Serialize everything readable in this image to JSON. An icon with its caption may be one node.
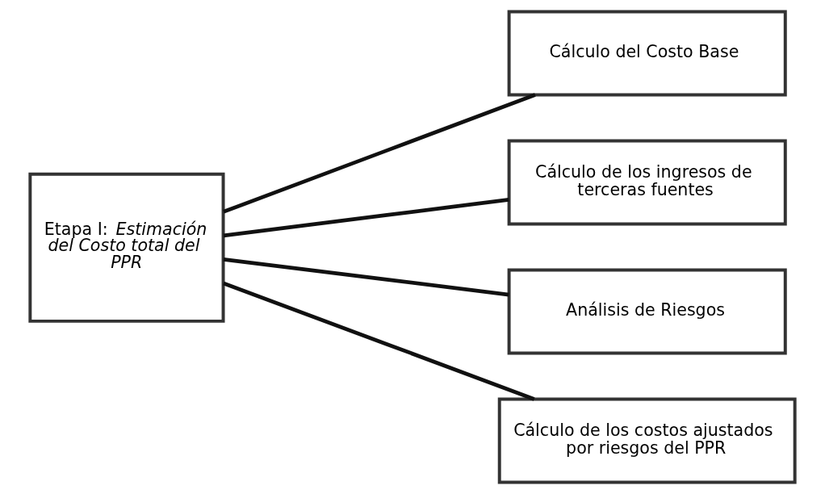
{
  "diagram": {
    "nodes": [
      {
        "text": [
          "Etapa I: *Estimación del Costo total del PPR*"
        ]
      },
      {
        "text": [
          "Cálculo del Costo Base"
        ]
      },
      {
        "text": [
          "Cálculo de los ingresos de terceras fuentes"
        ]
      },
      {
        "text": [
          "Análisis de Riesgos"
        ]
      },
      {
        "text": [
          "Cálculo de los costos ajustados por riesgos del PPR"
        ]
      }
    ],
    "edges": [
      {
        "from": 0,
        "to": 1,
        "arrow": "none"
      },
      {
        "from": 0,
        "to": 2,
        "arrow": "none"
      },
      {
        "from": 0,
        "to": 3,
        "arrow": "none"
      },
      {
        "from": 0,
        "to": 4,
        "arrow": "none"
      }
    ]
  }
}
